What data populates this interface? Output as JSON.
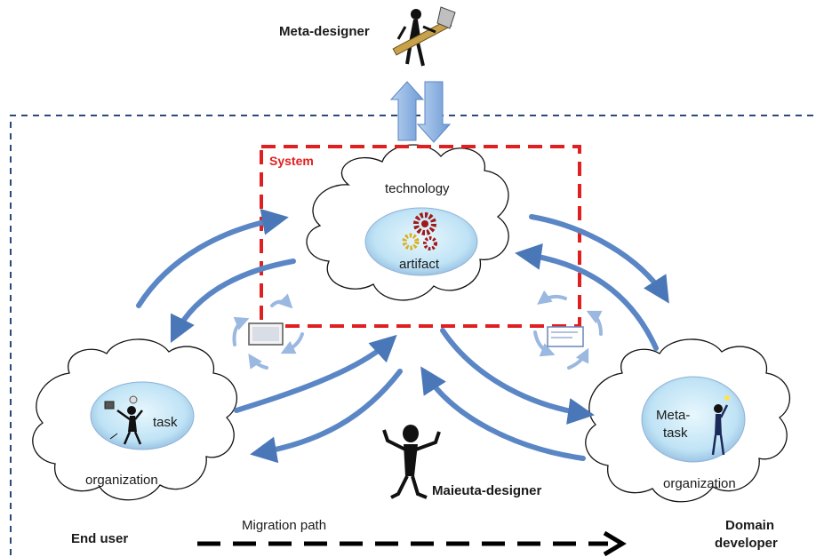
{
  "labels": {
    "meta_designer": "Meta-designer",
    "system": "System",
    "technology": "technology",
    "artifact": "artifact",
    "task": "task",
    "organization_left": "organization",
    "meta_task_line1": "Meta-",
    "meta_task_line2": "task",
    "organization_right": "organization",
    "maieuta_designer": "Maieuta-designer",
    "end_user": "End user",
    "migration_path": "Migration path",
    "domain_developer_line1": "Domain",
    "domain_developer_line2": "developer"
  },
  "colors": {
    "system_border": "#e02020",
    "system_label": "#e02020",
    "arrow_blue": "#5b86c5",
    "ellipse_fill": "#bfe3f5",
    "dashed_frame": "#2b4a7a"
  },
  "icons": [
    "hammer-figure-icon",
    "gears-icon",
    "stick-figure-icon",
    "screen-icon"
  ]
}
